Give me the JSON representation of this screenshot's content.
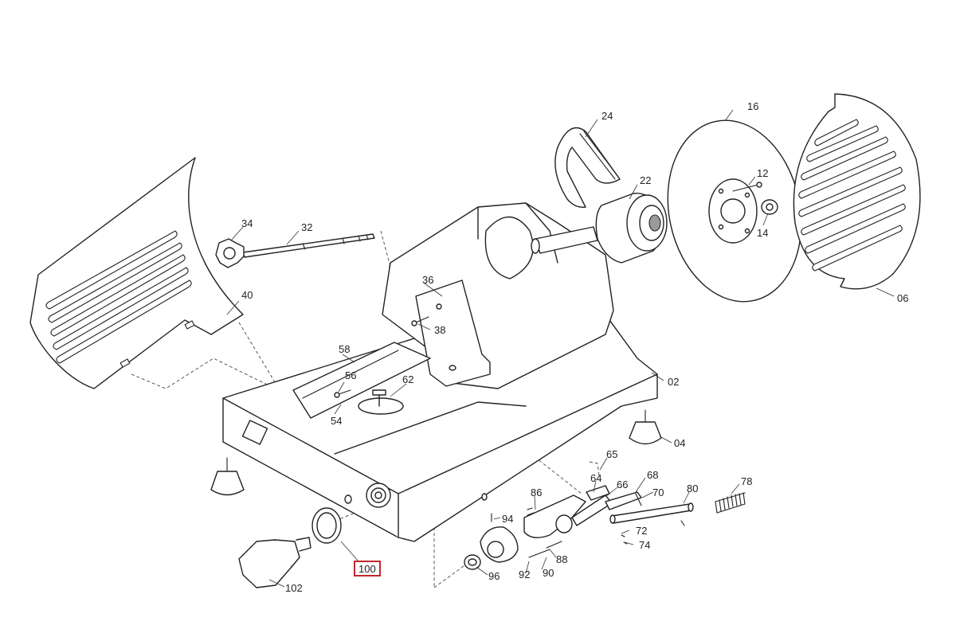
{
  "diagram": {
    "callouts": [
      {
        "id": "02",
        "label": "02"
      },
      {
        "id": "04",
        "label": "04"
      },
      {
        "id": "06",
        "label": "06"
      },
      {
        "id": "12",
        "label": "12"
      },
      {
        "id": "14",
        "label": "14"
      },
      {
        "id": "16",
        "label": "16"
      },
      {
        "id": "22",
        "label": "22"
      },
      {
        "id": "24",
        "label": "24"
      },
      {
        "id": "32",
        "label": "32"
      },
      {
        "id": "34",
        "label": "34"
      },
      {
        "id": "36",
        "label": "36"
      },
      {
        "id": "38",
        "label": "38"
      },
      {
        "id": "40",
        "label": "40"
      },
      {
        "id": "54",
        "label": "54"
      },
      {
        "id": "56",
        "label": "56"
      },
      {
        "id": "58",
        "label": "58"
      },
      {
        "id": "62",
        "label": "62"
      },
      {
        "id": "64",
        "label": "64"
      },
      {
        "id": "65",
        "label": "65"
      },
      {
        "id": "66",
        "label": "66"
      },
      {
        "id": "68",
        "label": "68"
      },
      {
        "id": "70",
        "label": "70"
      },
      {
        "id": "72",
        "label": "72"
      },
      {
        "id": "74",
        "label": "74"
      },
      {
        "id": "78",
        "label": "78"
      },
      {
        "id": "80",
        "label": "80"
      },
      {
        "id": "86",
        "label": "86"
      },
      {
        "id": "88",
        "label": "88"
      },
      {
        "id": "90",
        "label": "90"
      },
      {
        "id": "92",
        "label": "92"
      },
      {
        "id": "94",
        "label": "94"
      },
      {
        "id": "96",
        "label": "96"
      },
      {
        "id": "100",
        "label": "100"
      },
      {
        "id": "102",
        "label": "102"
      }
    ],
    "highlighted_part": "100",
    "highlight_color": "#c0272d",
    "line_color": "#222222"
  }
}
